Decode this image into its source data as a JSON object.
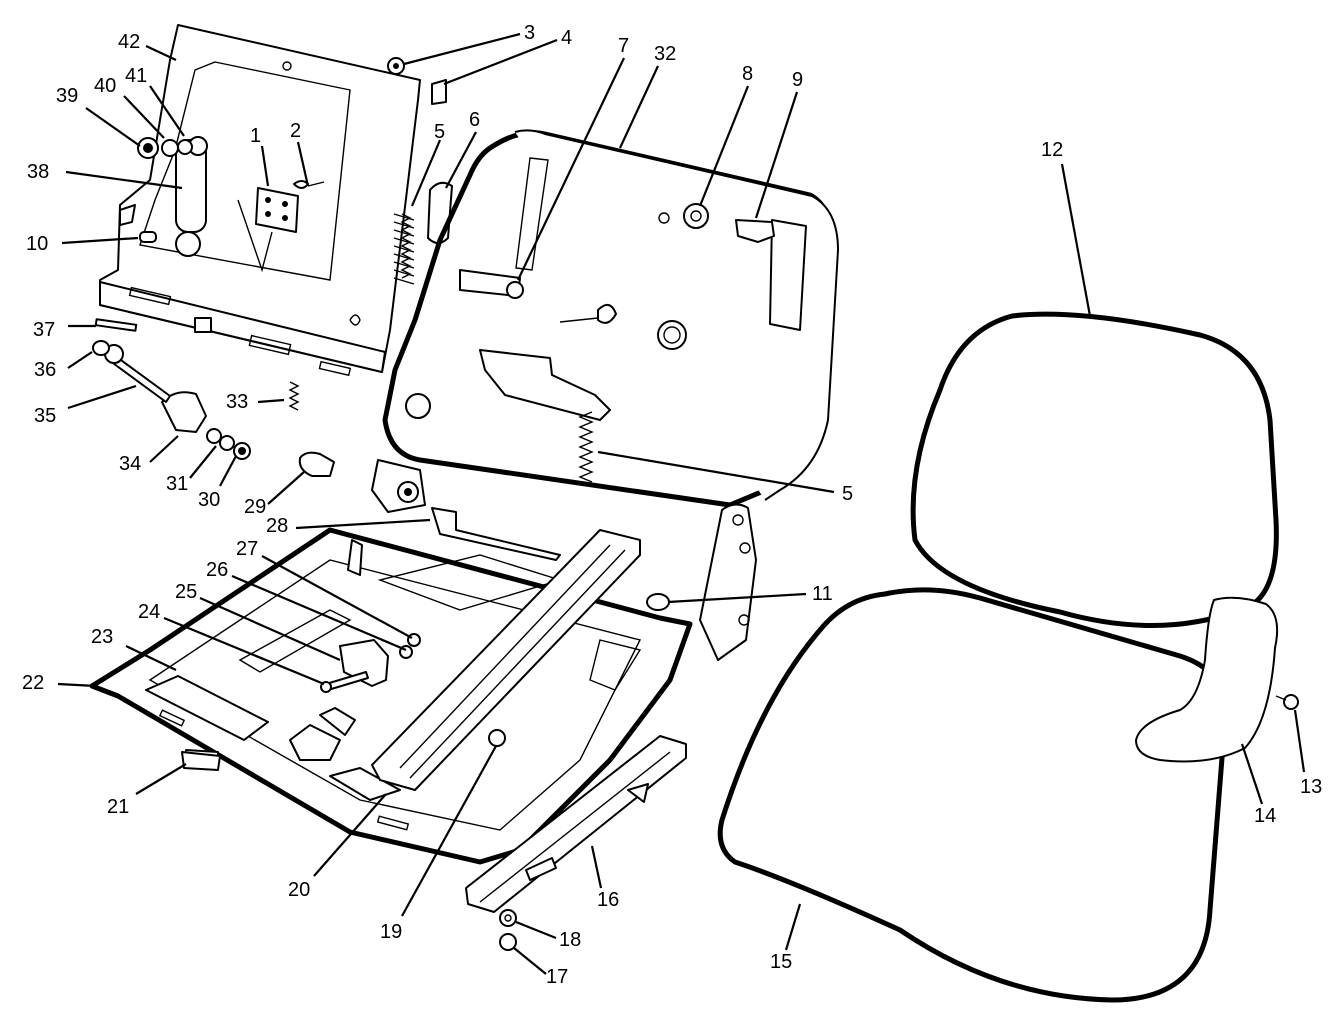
{
  "callouts": [
    {
      "id": "c1",
      "text": "1"
    },
    {
      "id": "c2",
      "text": "2"
    },
    {
      "id": "c3",
      "text": "3"
    },
    {
      "id": "c4",
      "text": "4"
    },
    {
      "id": "c5a",
      "text": "5"
    },
    {
      "id": "c5b",
      "text": "5"
    },
    {
      "id": "c6",
      "text": "6"
    },
    {
      "id": "c7",
      "text": "7"
    },
    {
      "id": "c8",
      "text": "8"
    },
    {
      "id": "c9",
      "text": "9"
    },
    {
      "id": "c10",
      "text": "10"
    },
    {
      "id": "c11",
      "text": "11"
    },
    {
      "id": "c12",
      "text": "12"
    },
    {
      "id": "c13",
      "text": "13"
    },
    {
      "id": "c14",
      "text": "14"
    },
    {
      "id": "c15",
      "text": "15"
    },
    {
      "id": "c16",
      "text": "16"
    },
    {
      "id": "c17",
      "text": "17"
    },
    {
      "id": "c18",
      "text": "18"
    },
    {
      "id": "c19",
      "text": "19"
    },
    {
      "id": "c20",
      "text": "20"
    },
    {
      "id": "c21",
      "text": "21"
    },
    {
      "id": "c22",
      "text": "22"
    },
    {
      "id": "c23",
      "text": "23"
    },
    {
      "id": "c24",
      "text": "24"
    },
    {
      "id": "c25",
      "text": "25"
    },
    {
      "id": "c26",
      "text": "26"
    },
    {
      "id": "c27",
      "text": "27"
    },
    {
      "id": "c28",
      "text": "28"
    },
    {
      "id": "c29",
      "text": "29"
    },
    {
      "id": "c30",
      "text": "30"
    },
    {
      "id": "c31",
      "text": "31"
    },
    {
      "id": "c32",
      "text": "32"
    },
    {
      "id": "c33",
      "text": "33"
    },
    {
      "id": "c34",
      "text": "34"
    },
    {
      "id": "c35",
      "text": "35"
    },
    {
      "id": "c36",
      "text": "36"
    },
    {
      "id": "c37",
      "text": "37"
    },
    {
      "id": "c38",
      "text": "38"
    },
    {
      "id": "c39",
      "text": "39"
    },
    {
      "id": "c40",
      "text": "40"
    },
    {
      "id": "c41",
      "text": "41"
    },
    {
      "id": "c42",
      "text": "42"
    }
  ]
}
